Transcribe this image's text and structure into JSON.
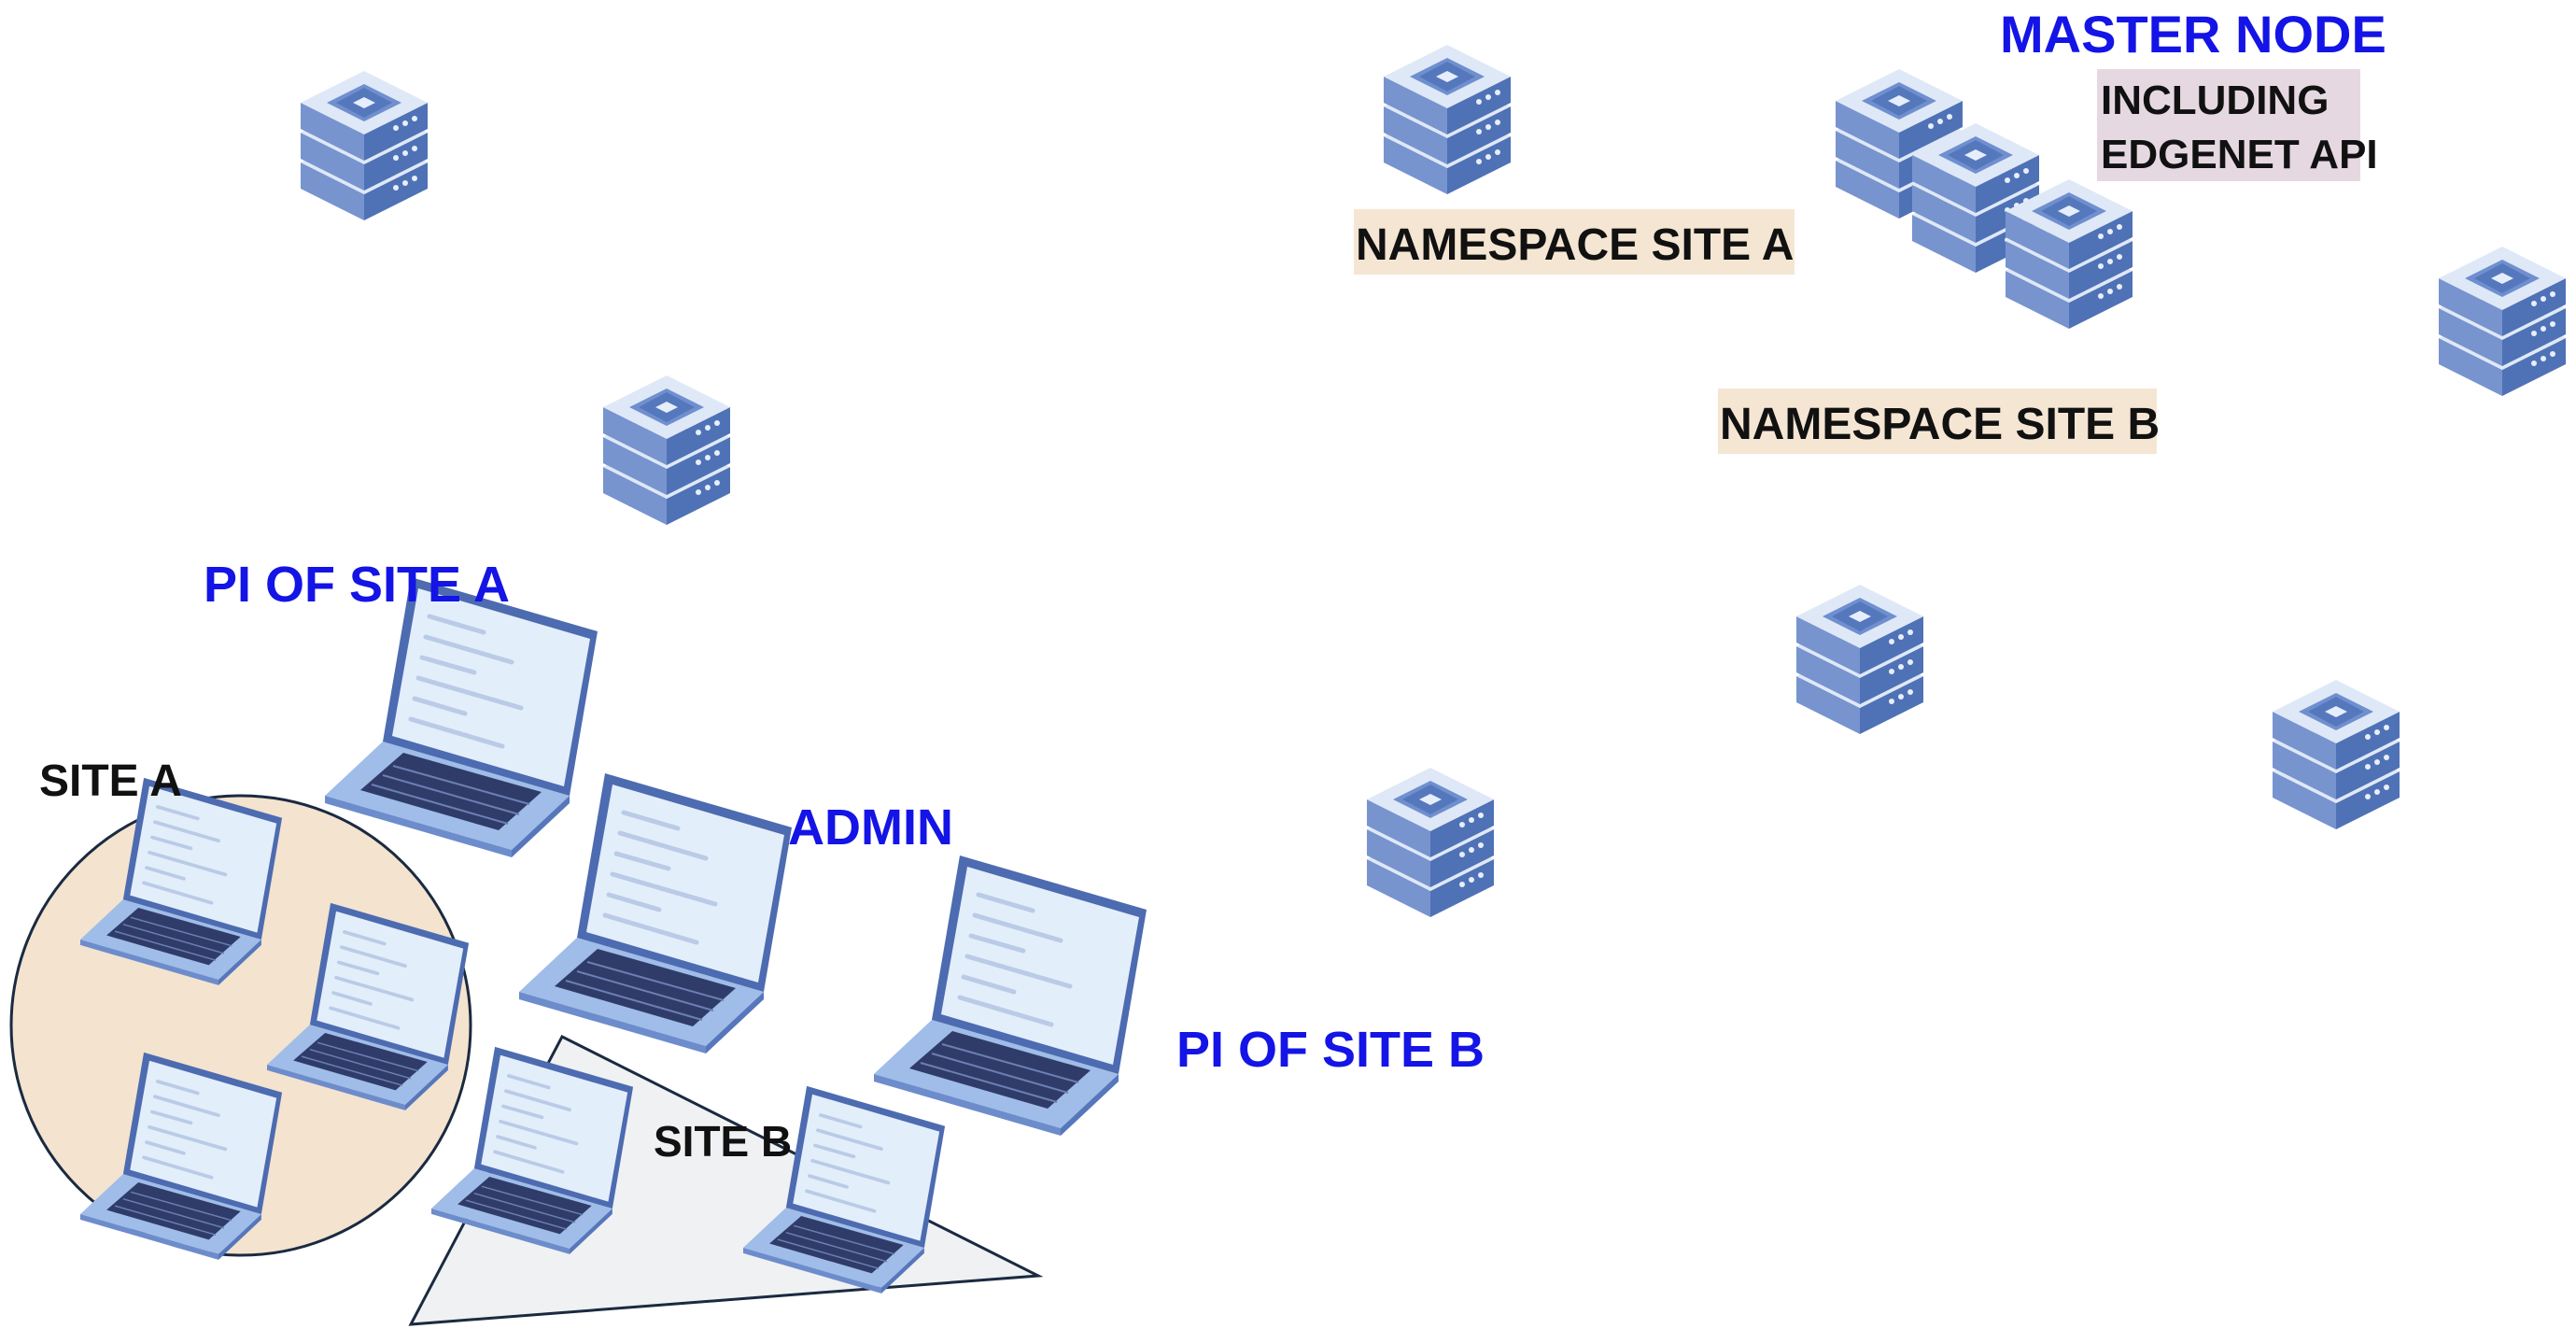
{
  "labels": {
    "master_node": "MASTER NODE",
    "master_note_line1": "INCLUDING",
    "master_note_line2": "EDGENET API",
    "namespace_site_a": "NAMESPACE SITE A",
    "namespace_site_b": "NAMESPACE SITE B",
    "pi_site_a": "PI OF SITE A",
    "pi_site_b": "PI OF SITE B",
    "admin": "ADMIN",
    "site_a": "SITE A",
    "site_b": "SITE B"
  },
  "icons": {
    "server": "server-stack-icon",
    "laptop": "laptop-icon"
  },
  "colors": {
    "accent_blue": "#1414e6",
    "namespace_highlight": "#f5e6d3",
    "master_note_highlight": "#e6d8e0",
    "site_a_fill": "#f3e3cf",
    "site_b_fill": "#f0f1f3",
    "server_face": "#5b7fc0",
    "server_top": "#dde7f6",
    "laptop_screen": "#e3eefb",
    "laptop_keys": "#2f3c6a"
  }
}
